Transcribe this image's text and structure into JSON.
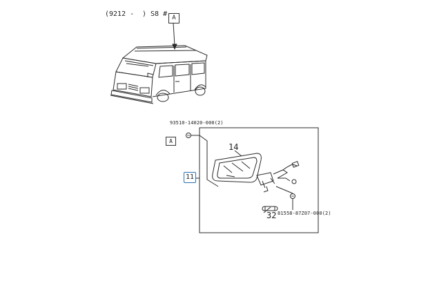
{
  "header": {
    "range_text": "(9212 -",
    "mid_text": ") S8 #",
    "view_marker": "A"
  },
  "detail": {
    "view_marker": "A",
    "callout_group": "11",
    "part_top_code": "93510-14020-000(2)",
    "part_bottom_code": "81558-87Z07-000(2)",
    "part_lens_ref": "14",
    "part_bulb_ref": "32"
  },
  "icons": {
    "screw_top": "screw-circle-icon",
    "screw_bottom": "screw-circle-icon"
  },
  "colors": {
    "line": "#2b2b2b",
    "callout_border": "#2a6fb0"
  }
}
